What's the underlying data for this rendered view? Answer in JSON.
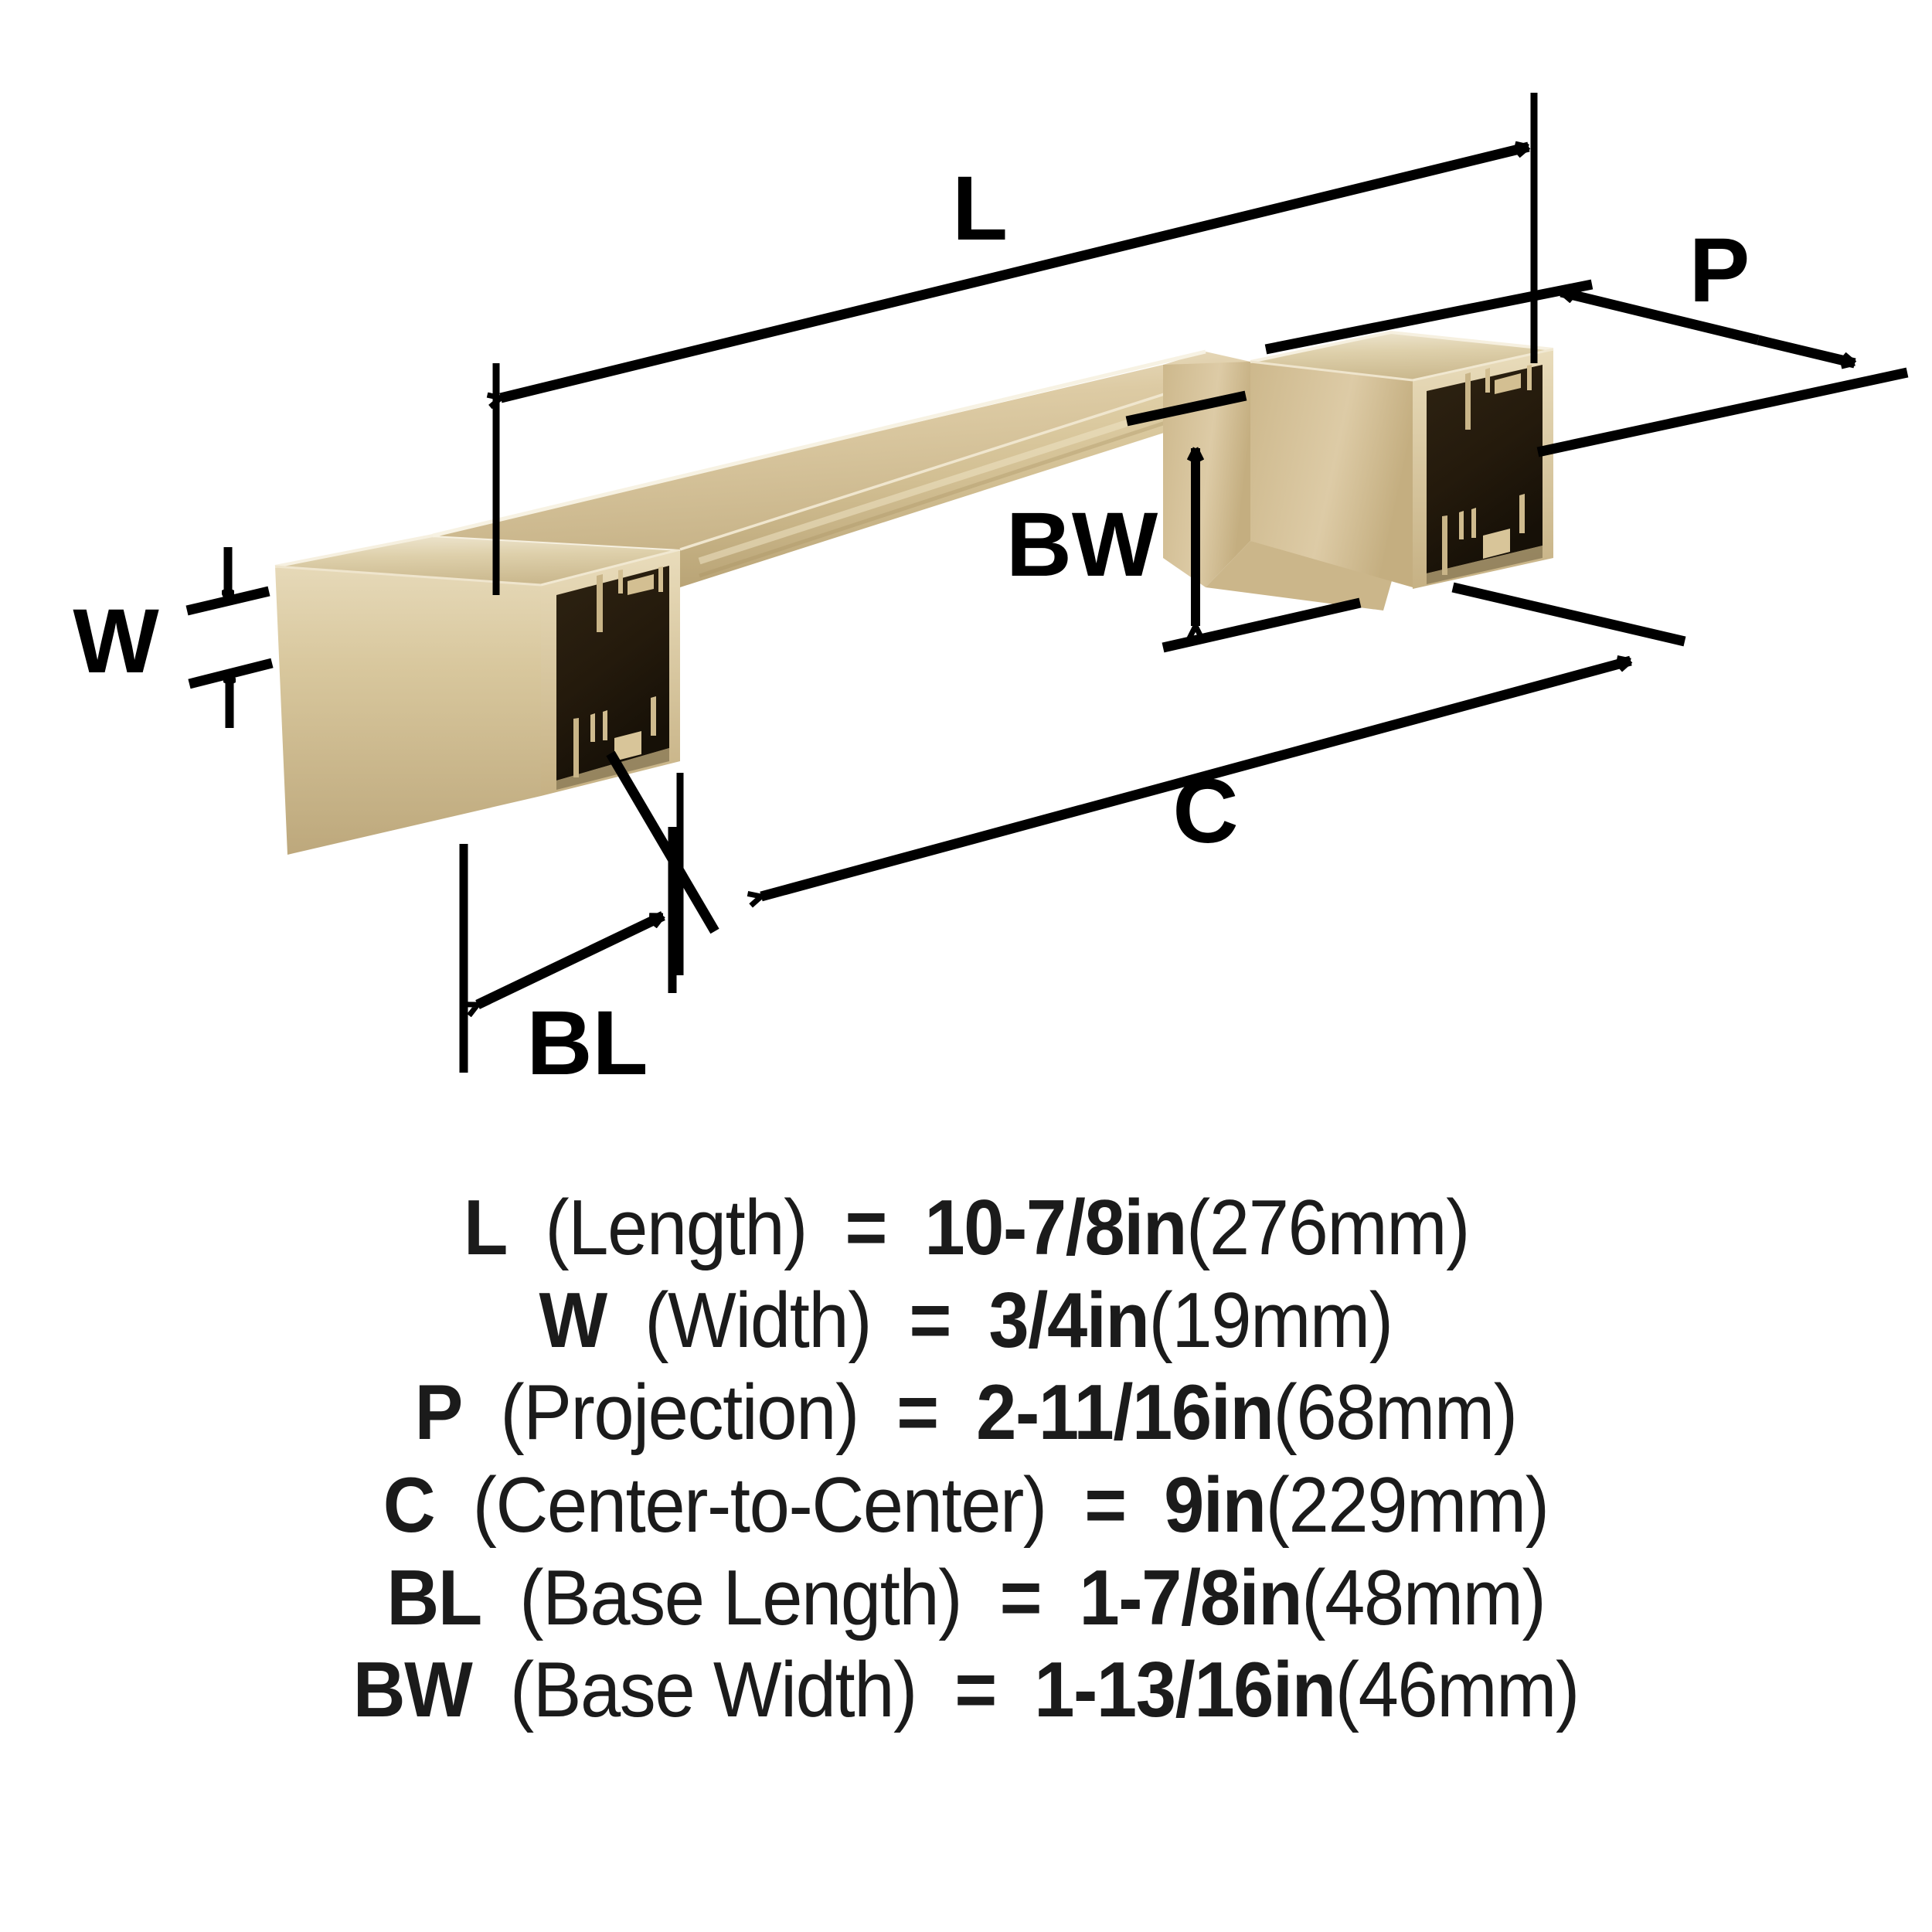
{
  "diagram": {
    "type": "technical-dimension-drawing",
    "product": "cabinet-pull-handle",
    "view": "3d-isometric",
    "finish_color": "#d6c49c",
    "cavity_color": "#241b0d",
    "line_color": "#000000",
    "background": "#ffffff",
    "callouts": [
      {
        "key": "L",
        "label": "L",
        "orientation": "diagonal-top",
        "arrow": "double"
      },
      {
        "key": "P",
        "label": "P",
        "orientation": "diagonal-right",
        "arrow": "double"
      },
      {
        "key": "W",
        "label": "W",
        "orientation": "vertical-left",
        "arrow": "double-inward"
      },
      {
        "key": "BW",
        "label": "BW",
        "orientation": "vertical-center",
        "arrow": "double"
      },
      {
        "key": "C",
        "label": "C",
        "orientation": "diagonal-bottom",
        "arrow": "double"
      },
      {
        "key": "BL",
        "label": "BL",
        "orientation": "diagonal-lower-left",
        "arrow": "double"
      }
    ]
  },
  "specifications": [
    {
      "symbol": "L",
      "name": "(Length)",
      "equals": "=",
      "imperial": "10-7/8in",
      "metric": "(276mm)"
    },
    {
      "symbol": "W",
      "name": "(Width)",
      "equals": "=",
      "imperial": "3/4in",
      "metric": "(19mm)"
    },
    {
      "symbol": "P",
      "name": "(Projection)",
      "equals": "=",
      "imperial": "2-11/16in",
      "metric": "(68mm)"
    },
    {
      "symbol": "C",
      "name": "(Center-to-Center)",
      "equals": "=",
      "imperial": "9in",
      "metric": "(229mm)"
    },
    {
      "symbol": "BL",
      "name": "(Base Length)",
      "equals": "=",
      "imperial": "1-7/8in",
      "metric": "(48mm)"
    },
    {
      "symbol": "BW",
      "name": "(Base Width)",
      "equals": "=",
      "imperial": "1-13/16in",
      "metric": "(46mm)"
    }
  ]
}
